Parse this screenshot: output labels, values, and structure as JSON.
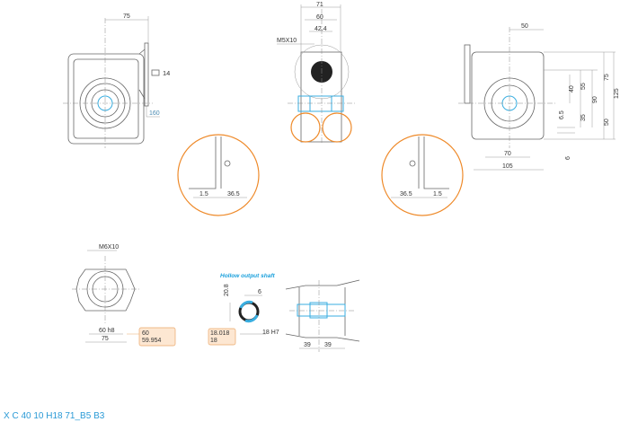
{
  "side_view": {
    "dim_width": "75",
    "shaft_key": "14",
    "flange_dia": "160"
  },
  "front_view": {
    "dim_71": "71",
    "dim_60": "60",
    "dim_42_4": "42.4",
    "thread": "M5X10"
  },
  "detail_left": {
    "dim_a": "1.5",
    "dim_b": "36.5"
  },
  "detail_right": {
    "dim_a": "36.5",
    "dim_b": "1.5"
  },
  "right_view": {
    "dim_top": "50",
    "dim_125": "125",
    "dim_75": "75",
    "dim_90": "90",
    "dim_55": "55",
    "dim_40": "40",
    "dim_35": "35",
    "dim_50": "50",
    "dim_6_5": "6.5",
    "dim_6": "6",
    "dim_70": "70",
    "dim_105": "105"
  },
  "flange_view": {
    "thread": "M6X10",
    "dim_spigot": "60 h8",
    "dim_pcd": "75",
    "tol_max": "60",
    "tol_min": "59.954"
  },
  "hollow_shaft": {
    "title": "Hollow output shaft",
    "dim_20_8": "20.8",
    "dim_key": "6",
    "dim_bore": "18 H7",
    "tol_max": "18.018",
    "tol_min": "18"
  },
  "section_view": {
    "dim_left": "39",
    "dim_right": "39"
  },
  "model_code": "X C 40 10 H18 71_B5 B3",
  "colors": {
    "accent": "#2a9ad6",
    "detail": "#ee8a2a",
    "tolerance_box": "#fde7d2"
  }
}
